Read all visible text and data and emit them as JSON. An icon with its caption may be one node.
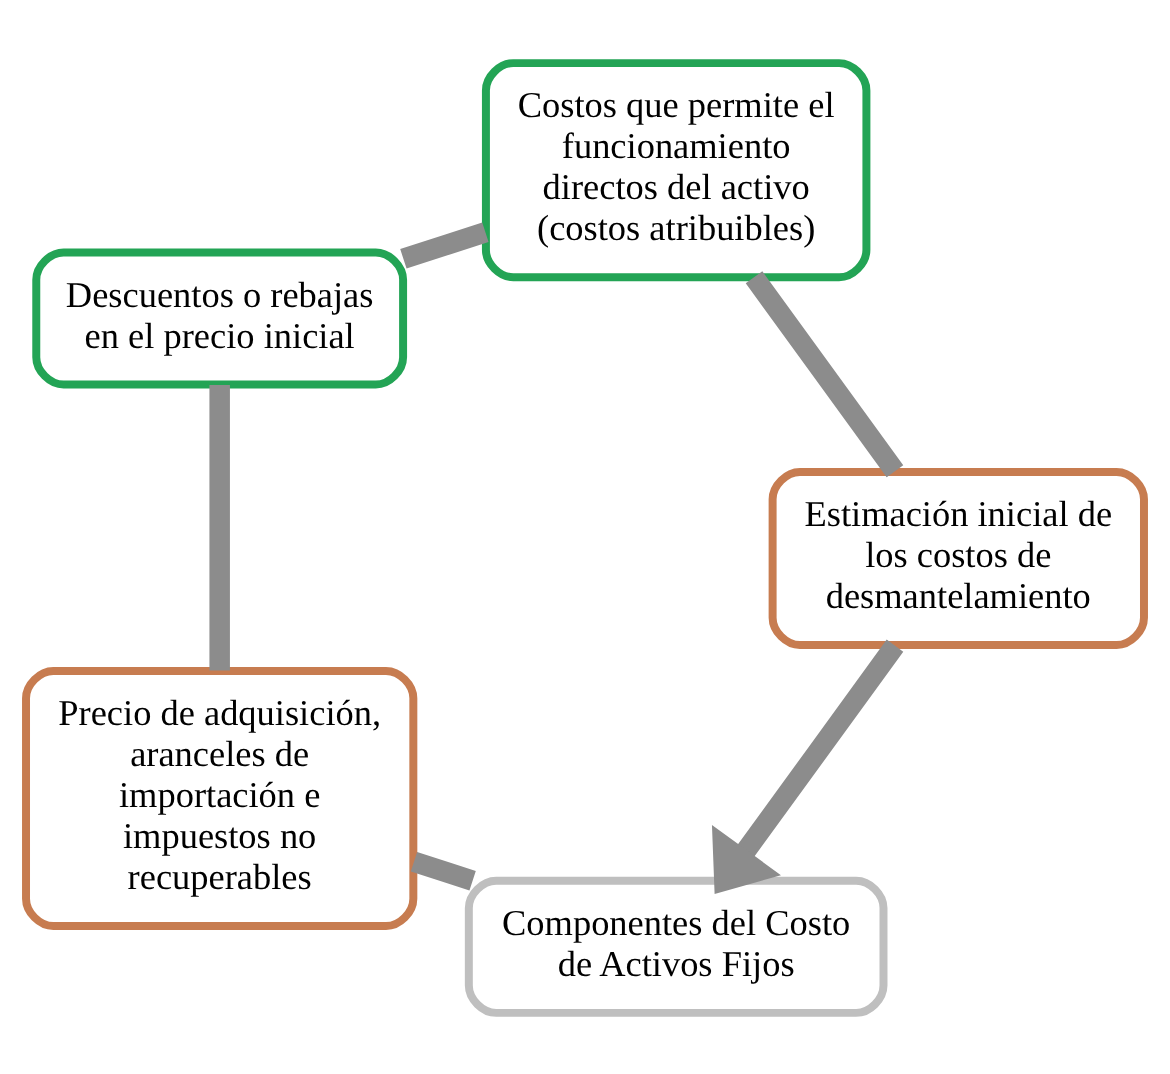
{
  "diagram": {
    "nodes": [
      {
        "text": [
          "Componentes del Costo de Activos Fijos"
        ]
      },
      {
        "text": [
          "Estimación inicial de los costos de desmantelamiento"
        ]
      },
      {
        "text": [
          "Precio de adquisición, aranceles de importación e impuestos no recuperables"
        ]
      },
      {
        "text": [
          "Costos que permite el funcionamiento directos del activo (costos atribuibles)"
        ]
      },
      {
        "text": [
          "Descuentos o rebajas en el precio inicial"
        ]
      }
    ],
    "edges": [
      {
        "from": 0,
        "to": 2,
        "arrow": "none"
      },
      {
        "from": 2,
        "to": 4,
        "arrow": "none"
      },
      {
        "from": 4,
        "to": 3,
        "arrow": "none"
      },
      {
        "from": 3,
        "to": 1,
        "arrow": "none"
      },
      {
        "from": 1,
        "to": 0,
        "arrow": "to"
      }
    ]
  }
}
